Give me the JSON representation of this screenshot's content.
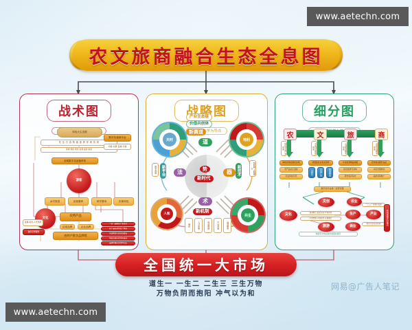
{
  "title": "农文旅商融合生态全息图",
  "panels": [
    {
      "id": "tactical",
      "title": "战术图",
      "subtitle": "以体验客大生态系统为基础",
      "accent": "#b5324c",
      "nodes": [
        {
          "t": "体验大生态圈",
          "k": "cloud"
        },
        {
          "t": "吃 住 行 游 购 娱 康 养 学 闲 情 奇",
          "k": "strip"
        },
        {
          "t": "游客",
          "k": "hub"
        },
        {
          "t": "文化",
          "k": "hub2"
        },
        {
          "t": "农特产品",
          "k": "node"
        },
        {
          "t": "农特产数字品牌馆",
          "k": "node"
        },
        {
          "t": "数字化营销平台",
          "k": "node"
        },
        {
          "t": "乡村旅游",
          "k": "node"
        },
        {
          "t": "民宿康养",
          "k": "node"
        },
        {
          "t": "研学基地",
          "k": "node"
        },
        {
          "t": "农事体验",
          "k": "node"
        }
      ]
    },
    {
      "id": "strategic",
      "title": "战略图",
      "subtitle": "以天道心学为导向",
      "accent": "#d9ae34",
      "center": {
        "tao": "道",
        "fa": "法",
        "qi": "器",
        "shu": "术",
        "shi": "势",
        "era": "新时代",
        "platform": "新平台",
        "tech": "新技术",
        "mechanism": "新机制",
        "track": "新赛道"
      }
    },
    {
      "id": "segment",
      "title": "细分图",
      "subtitle": "以技术营销学为核心理论",
      "accent": "#2f9e7a",
      "columns": [
        "农",
        "文",
        "旅",
        "商"
      ],
      "outcomes": [
        "文化",
        "文创",
        "农业",
        "旅游",
        "生产",
        "产业",
        "商业"
      ]
    }
  ],
  "banner": {
    "text": "全国统一大市场",
    "verse1": "道生一 一生二 二生三 三生万物",
    "verse2": "万物负阴而抱阳 冲气以为和"
  },
  "watermark": {
    "top": "www.aetechn.com",
    "bottom": "www.aetechn.com",
    "credit": "网易@广告人笔记"
  }
}
